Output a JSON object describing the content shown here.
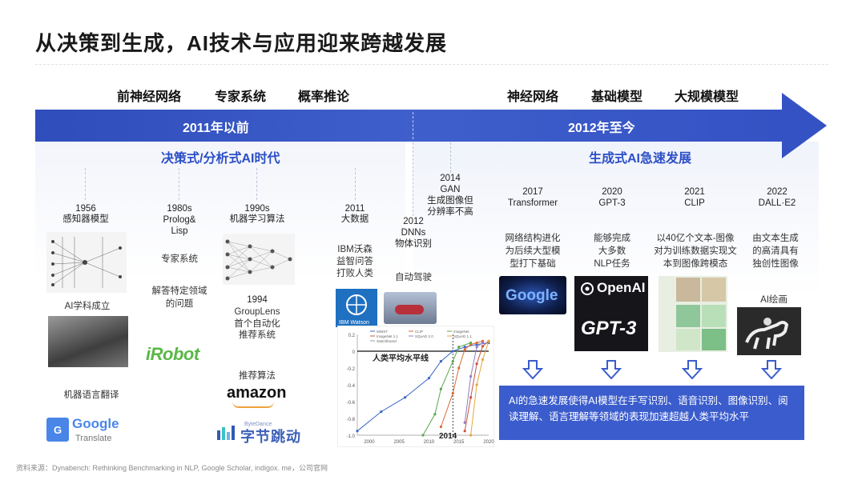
{
  "title": "从决策到生成，AI技术与应用迎来跨越发展",
  "eras_top": [
    "前神经网络",
    "专家系统",
    "概率推论",
    "神经网络",
    "基础模型",
    "大规模模型"
  ],
  "bar": {
    "left": "2011年以前",
    "right": "2012年至今"
  },
  "sections": {
    "left": "决策式/分析式AI时代",
    "right": "生成式AI急速发展"
  },
  "left_col1": {
    "year": "1956",
    "event": "感知器模型",
    "milestone1": "AI学科成立",
    "milestone2": "机器语言翻译"
  },
  "left_col2": {
    "year": "1980s",
    "event1": "Prolog&",
    "event2": "Lisp",
    "sub1": "专家系统",
    "sub2": "解答特定领域",
    "sub3": "的问题"
  },
  "left_col3": {
    "year": "1990s",
    "event": "机器学习算法",
    "y1994": "1994",
    "gl": "GroupLens",
    "gl2": "首个自动化",
    "gl3": "推荐系统",
    "rec": "推荐算法"
  },
  "left_col4": {
    "year": "2011",
    "event": "大数据",
    "ibm1": "IBM沃森",
    "ibm2": "益智问答",
    "ibm3": "打败人类"
  },
  "mid_col": {
    "y2014": "2014",
    "gan": "GAN",
    "gan2": "生成图像但",
    "gan3": "分辨率不高",
    "y2012": "2012",
    "dnn": "DNNs",
    "dnn2": "物体识别",
    "auto": "自动驾驶"
  },
  "logos": {
    "irobot": "iRobot",
    "amazon": "amazon",
    "bytedance_small": "ByteDance",
    "bytedance": "字节跳动",
    "google": "Google",
    "translate": "Translate",
    "ibm_watson": "IBM Watson",
    "openai": "OpenAI",
    "gpt3": "GPT-3",
    "google_brain": "Google"
  },
  "right_cols": [
    {
      "year": "2017",
      "name": "Transformer",
      "d1": "网络结构进化",
      "d2": "为后续大型模",
      "d3": "型打下基础"
    },
    {
      "year": "2020",
      "name": "GPT-3",
      "d1": "能够完成",
      "d2": "大多数",
      "d3": "NLP任务"
    },
    {
      "year": "2021",
      "name": "CLIP",
      "d1": "以40亿个文本-图像",
      "d2": "对为训练数据实现文",
      "d3": "本到图像跨模态"
    },
    {
      "year": "2022",
      "name": "DALL·E2",
      "d1": "由文本生成",
      "d2": "的高清具有",
      "d3": "独创性图像",
      "d4": "AI绘画"
    }
  ],
  "chart": {
    "hline_label": "人类平均水平线",
    "xlabel": "2014",
    "yticks": [
      "0.2",
      "0",
      "-0.2",
      "-0.4",
      "-0.6",
      "-0.8",
      "-1.0"
    ],
    "xticks": [
      "2000",
      "2005",
      "2010",
      "2015",
      "2020"
    ],
    "legend": [
      "MNIST",
      "CLIP",
      "ImageNet",
      "ImageNet 1.1",
      "SQuAD 2.0",
      "SQuAD 1.1",
      "Switchboard"
    ]
  },
  "chart_data": {
    "type": "line",
    "ylim": [
      -1.0,
      0.2
    ],
    "xlim": [
      1998,
      2020
    ],
    "series": [
      {
        "name": "MNIST",
        "color": "#3b67c9",
        "points": [
          [
            1998,
            -0.95
          ],
          [
            2002,
            -0.72
          ],
          [
            2006,
            -0.55
          ],
          [
            2010,
            -0.32
          ],
          [
            2012,
            -0.12
          ],
          [
            2014,
            0.0
          ],
          [
            2016,
            0.05
          ],
          [
            2018,
            0.08
          ],
          [
            2020,
            0.1
          ]
        ]
      },
      {
        "name": "CLIP",
        "color": "#d96a33",
        "points": [
          [
            2012,
            -0.9
          ],
          [
            2014,
            -0.5
          ],
          [
            2015,
            -0.2
          ],
          [
            2016,
            0.02
          ],
          [
            2017,
            0.08
          ],
          [
            2018,
            0.1
          ],
          [
            2019,
            0.12
          ]
        ]
      },
      {
        "name": "ImageNet",
        "color": "#59a94b",
        "points": [
          [
            2009,
            -1.0
          ],
          [
            2011,
            -0.75
          ],
          [
            2012,
            -0.45
          ],
          [
            2014,
            -0.12
          ],
          [
            2015,
            0.05
          ],
          [
            2017,
            0.1
          ]
        ]
      },
      {
        "name": "SQuAD 2.0",
        "color": "#c9533f",
        "points": [
          [
            2016,
            -0.95
          ],
          [
            2017,
            -0.55
          ],
          [
            2018,
            -0.15
          ],
          [
            2019,
            0.06
          ],
          [
            2020,
            0.12
          ]
        ]
      },
      {
        "name": "SQuAD 1.1",
        "color": "#8e7cc3",
        "points": [
          [
            2016,
            -0.85
          ],
          [
            2017,
            -0.3
          ],
          [
            2018,
            0.05
          ],
          [
            2019,
            0.1
          ]
        ]
      },
      {
        "name": "Switchboard",
        "color": "#e4a73a",
        "points": [
          [
            2017,
            -1.0
          ],
          [
            2018,
            -0.4
          ],
          [
            2019,
            -0.1
          ],
          [
            2020,
            0.12
          ]
        ]
      }
    ]
  },
  "info": "AI的急速发展使得AI模型在手写识别、语音识别、图像识别、阅读理解、语言理解等领域的表现加速超越人类平均水平",
  "footnote": "资料来源：Dynabench: Rethinking Benchmarking in NLP, Google Scholar, indigox. me，公司官网"
}
